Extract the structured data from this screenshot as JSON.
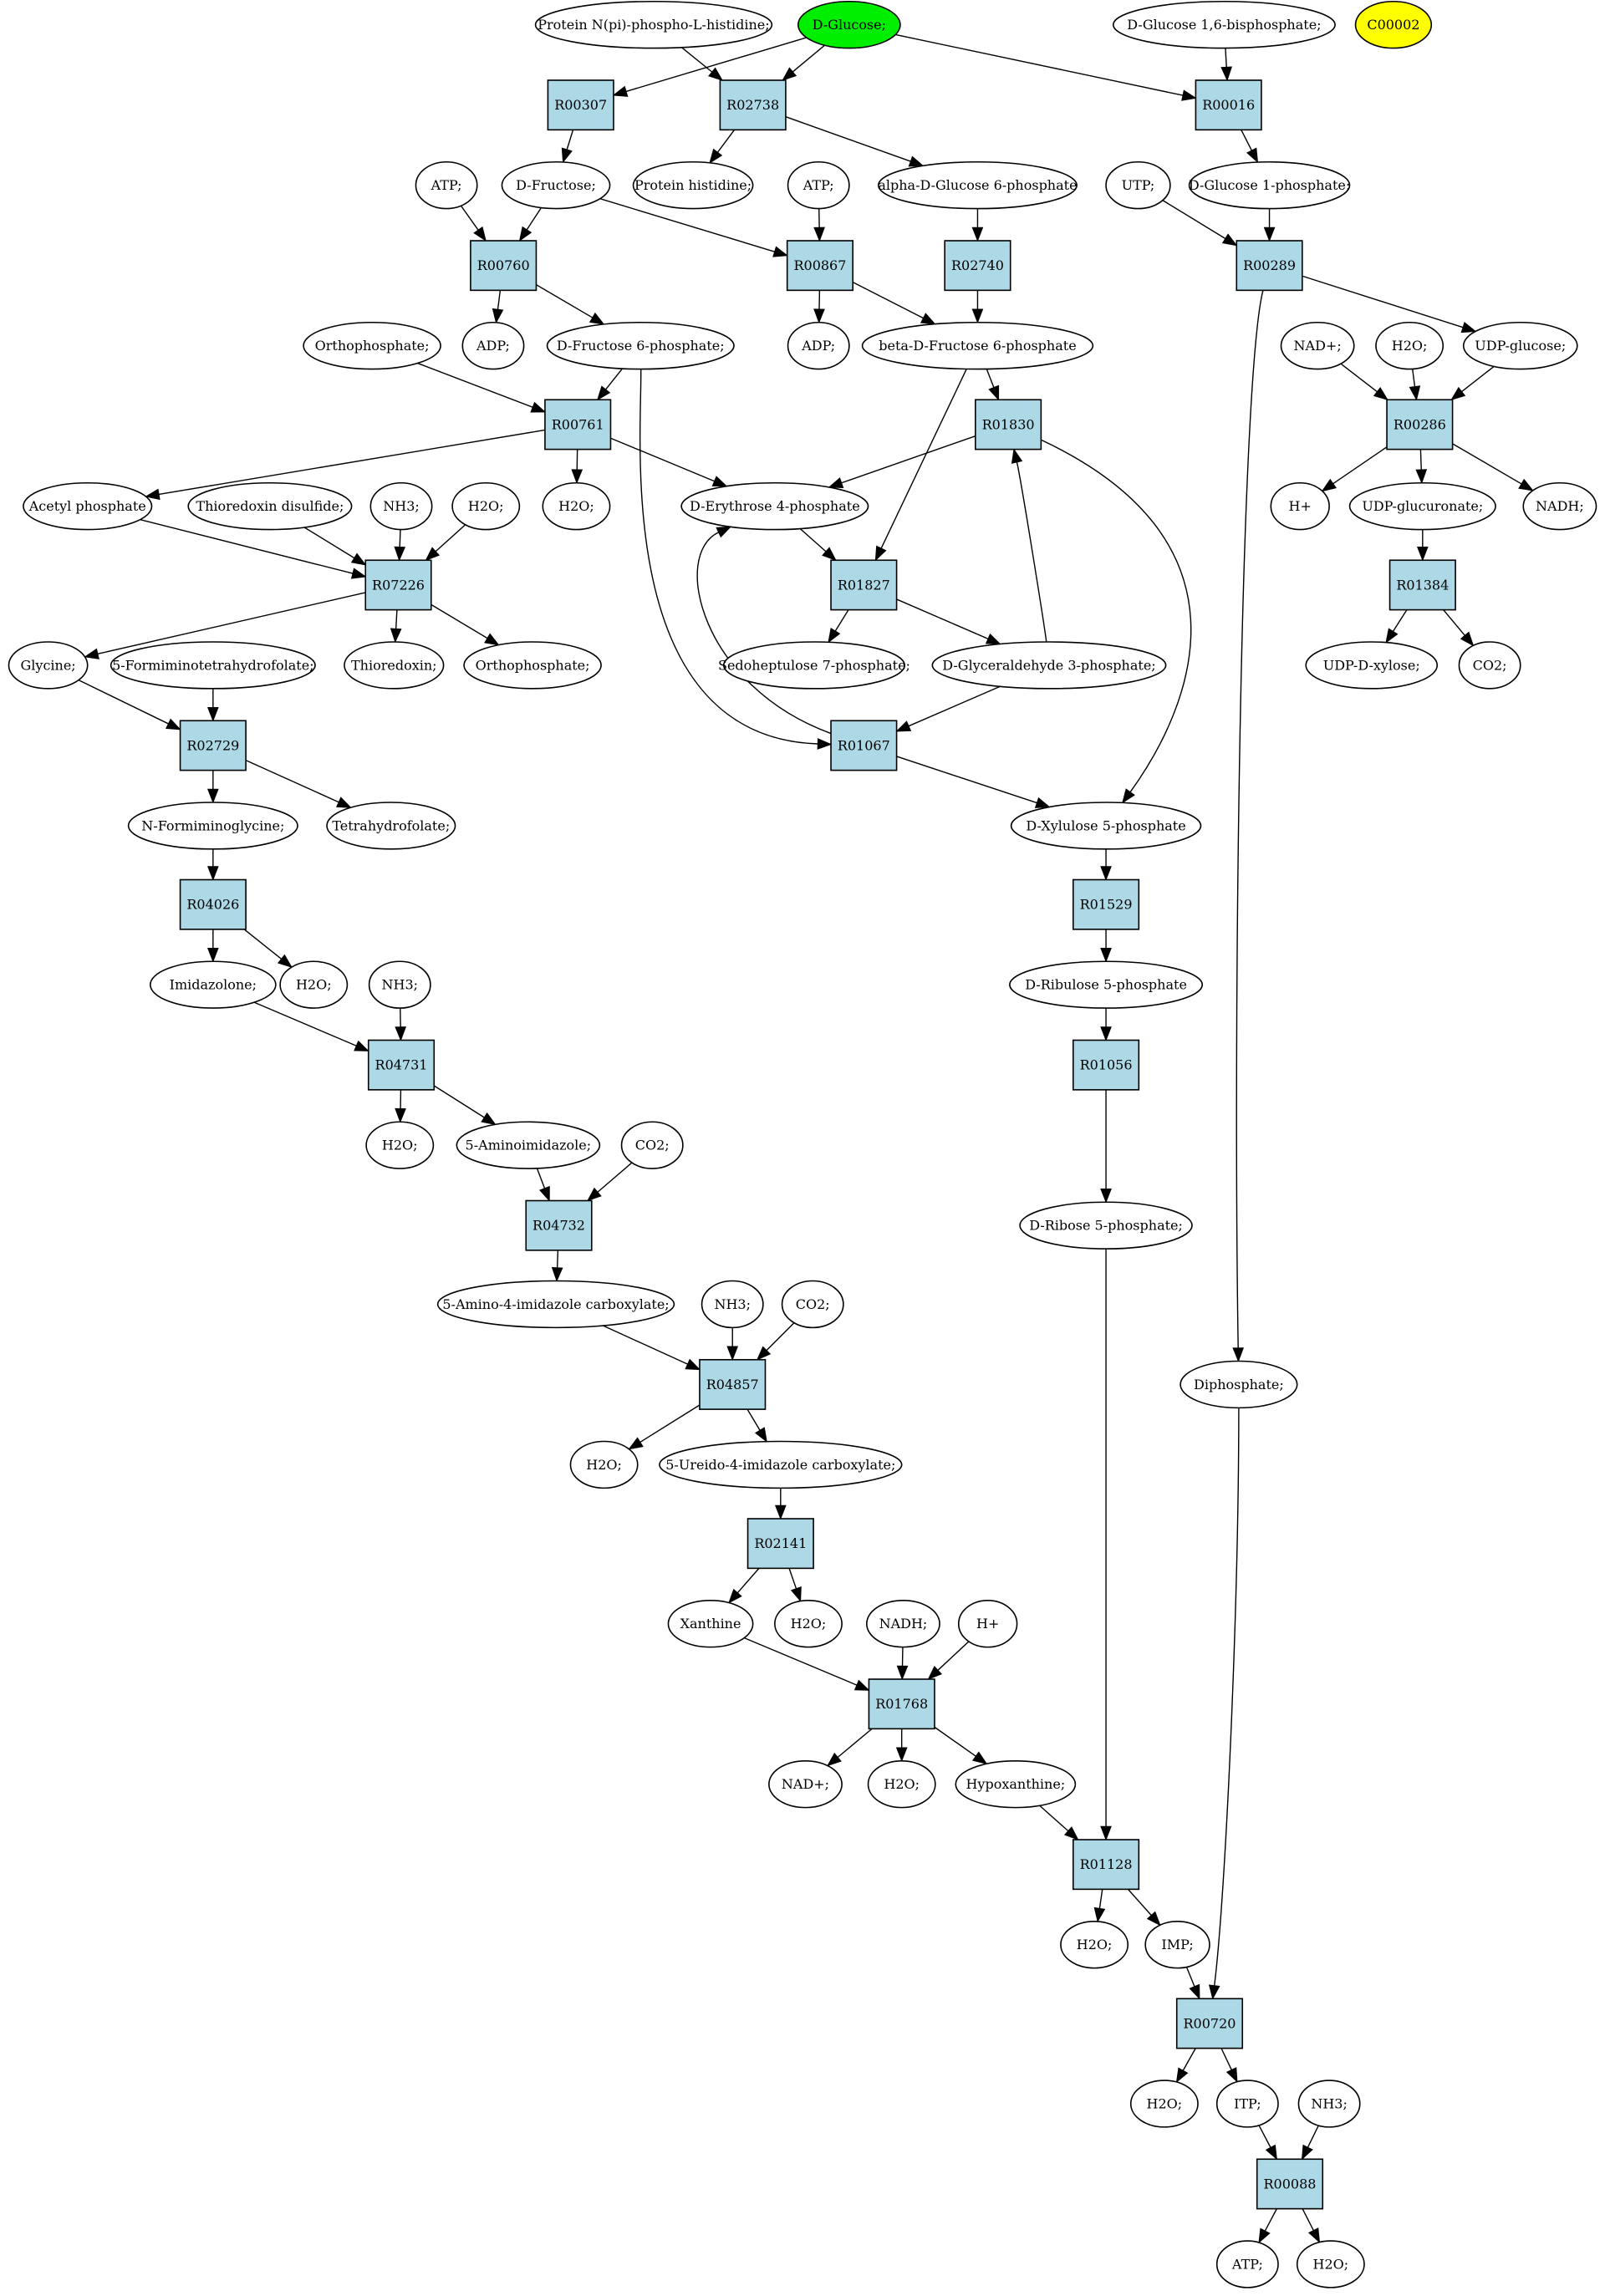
{
  "colors": {
    "start": "#00ee00",
    "highlight": "#ffff00",
    "reaction": "#add8e6",
    "compound": "#ffffff"
  },
  "compounds": {
    "c_pnph": "Protein N(pi)-phospho-L-histidine;",
    "c_glc": "D-Glucose;",
    "c_g16bp": "D-Glucose 1,6-bisphosphate;",
    "c_c00002": "C00002",
    "c_atp1": "ATP;",
    "c_fru": "D-Fructose;",
    "c_phis": "Protein histidine;",
    "c_atp2": "ATP;",
    "c_ag6p": "alpha-D-Glucose 6-phosphate",
    "c_utp": "UTP;",
    "c_g1p": "D-Glucose 1-phosphate;",
    "c_adp1": "ADP;",
    "c_f6p": "D-Fructose 6-phosphate;",
    "c_adp2": "ADP;",
    "c_bf6p": "beta-D-Fructose 6-phosphate",
    "c_nad1": "NAD+;",
    "c_h2o_a": "H2O;",
    "c_udpglc": "UDP-glucose;",
    "c_pi1": "Orthophosphate;",
    "c_acp": "Acetyl phosphate",
    "c_trxss": "Thioredoxin disulfide;",
    "c_nh3_a": "NH3;",
    "c_h2o_b": "H2O;",
    "c_h2o_c": "H2O;",
    "c_e4p": "D-Erythrose 4-phosphate",
    "c_hplus1": "H+",
    "c_udpgla": "UDP-glucuronate;",
    "c_nadh1": "NADH;",
    "c_gly": "Glycine;",
    "c_5fthf": "5-Formiminotetrahydrofolate;",
    "c_trx": "Thioredoxin;",
    "c_pi2": "Orthophosphate;",
    "c_s7p": "Sedoheptulose 7-phosphate;",
    "c_g3p": "D-Glyceraldehyde 3-phosphate;",
    "c_udpxyl": "UDP-D-xylose;",
    "c_co2_a": "CO2;",
    "c_nfgly": "N-Formiminoglycine;",
    "c_thf": "Tetrahydrofolate;",
    "c_x5p": "D-Xylulose 5-phosphate",
    "c_imdz": "Imidazolone;",
    "c_h2o_d": "H2O;",
    "c_nh3_b": "NH3;",
    "c_ru5p": "D-Ribulose 5-phosphate",
    "c_h2o_e": "H2O;",
    "c_5ai": "5-Aminoimidazole;",
    "c_co2_b": "CO2;",
    "c_r5p": "D-Ribose 5-phosphate;",
    "c_aica": "5-Amino-4-imidazole carboxylate;",
    "c_nh3_c": "NH3;",
    "c_co2_c": "CO2;",
    "c_ppi": "Diphosphate;",
    "c_h2o_f": "H2O;",
    "c_uica": "5-Ureido-4-imidazole carboxylate;",
    "c_xan": "Xanthine",
    "c_h2o_g": "H2O;",
    "c_nadh2": "NADH;",
    "c_hplus2": "H+",
    "c_nad2": "NAD+;",
    "c_h2o_h": "H2O;",
    "c_hyp": "Hypoxanthine;",
    "c_h2o_i": "H2O;",
    "c_imp": "IMP;",
    "c_h2o_j": "H2O;",
    "c_itp": "ITP;",
    "c_nh3_d": "NH3;",
    "c_atp3": "ATP;",
    "c_h2o_k": "H2O;"
  },
  "reactions": {
    "r_R00307": "R00307",
    "r_R02738": "R02738",
    "r_R00016": "R00016",
    "r_R00760": "R00760",
    "r_R00867": "R00867",
    "r_R02740": "R02740",
    "r_R00289": "R00289",
    "r_R00761": "R00761",
    "r_R01830": "R01830",
    "r_R00286": "R00286",
    "r_R07226": "R07226",
    "r_R01827": "R01827",
    "r_R01384": "R01384",
    "r_R02729": "R02729",
    "r_R01067": "R01067",
    "r_R04026": "R04026",
    "r_R01529": "R01529",
    "r_R04731": "R04731",
    "r_R01056": "R01056",
    "r_R04732": "R04732",
    "r_R04857": "R04857",
    "r_R02141": "R02141",
    "r_R01768": "R01768",
    "r_R01128": "R01128",
    "r_R00720": "R00720",
    "r_R00088": "R00088"
  }
}
